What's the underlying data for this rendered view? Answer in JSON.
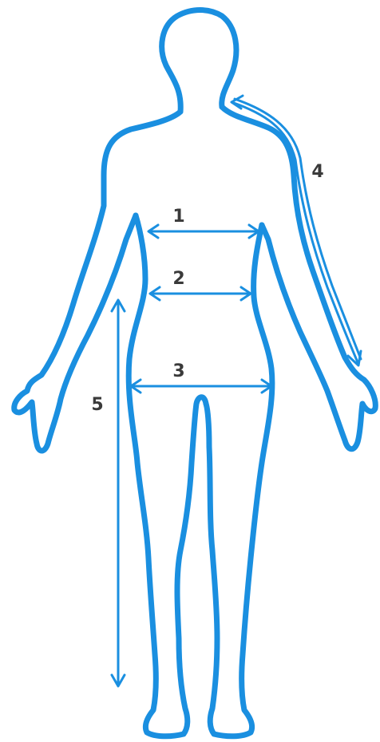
{
  "colors": {
    "outline": "#1a8fe0",
    "arrow": "#1a8fe0",
    "label": "#3a3a3a",
    "background": "#ffffff"
  },
  "measurements": [
    {
      "id": "chest",
      "label": "1"
    },
    {
      "id": "waist",
      "label": "2"
    },
    {
      "id": "hips",
      "label": "3"
    },
    {
      "id": "sleeve",
      "label": "4"
    },
    {
      "id": "length",
      "label": "5"
    }
  ]
}
